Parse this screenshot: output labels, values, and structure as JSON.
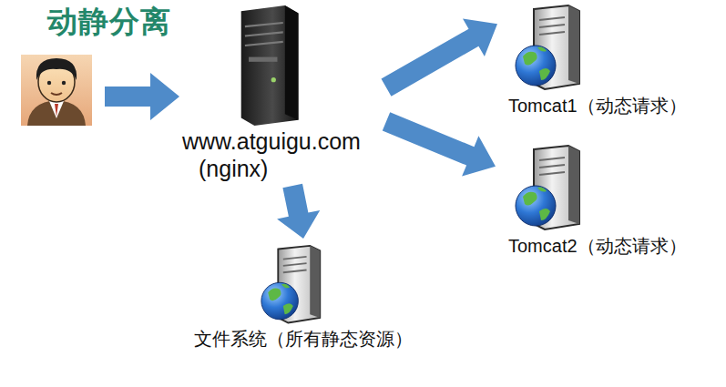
{
  "diagram": {
    "title": "动静分离",
    "nodes": [
      {
        "text": [
          "www.atguigu.com",
          "(nginx)"
        ]
      },
      {
        "text": [
          "Tomcat1（动态请求）"
        ]
      },
      {
        "text": [
          "Tomcat2（动态请求）"
        ]
      },
      {
        "text": [
          "文件系统（所有静态资源）"
        ]
      }
    ],
    "edges": [
      {
        "from": 0,
        "to": 1,
        "arrow": "to"
      },
      {
        "from": 0,
        "to": 2,
        "arrow": "to"
      },
      {
        "from": 0,
        "to": 3,
        "arrow": "to"
      }
    ]
  }
}
